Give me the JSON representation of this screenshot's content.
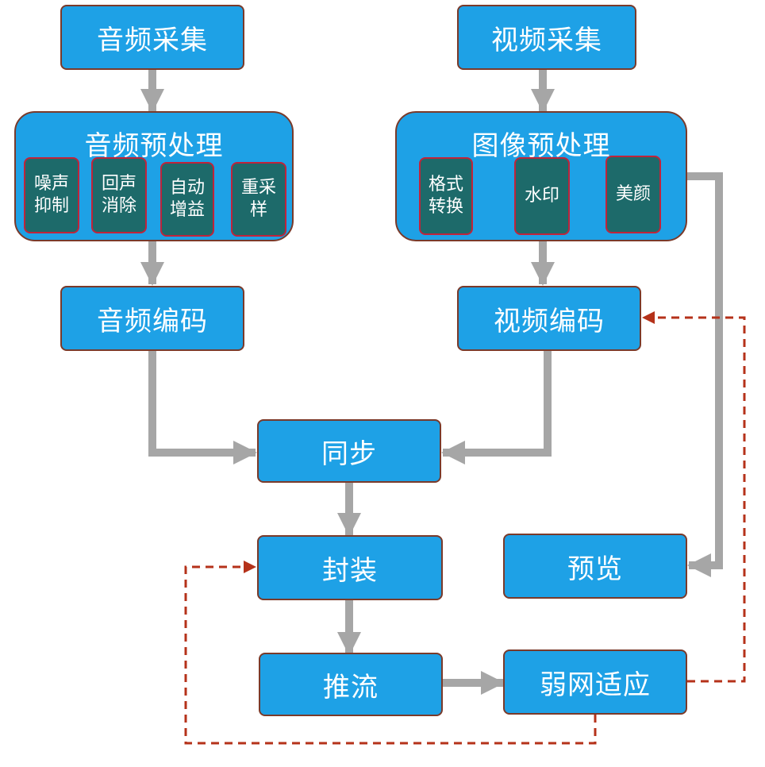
{
  "nodes": {
    "audio_capture": "音频采集",
    "video_capture": "视频采集",
    "audio_encode": "音频编码",
    "video_encode": "视频编码",
    "sync": "同步",
    "mux": "封装",
    "preview": "预览",
    "push": "推流",
    "weak_net": "弱网适应"
  },
  "audio_pre": {
    "title": "音频预处理",
    "items": [
      "噪声\n抑制",
      "回声\n消除",
      "自动\n增益",
      "重采\n样"
    ]
  },
  "video_pre": {
    "title": "图像预处理",
    "items": [
      "格式\n转换",
      "水印",
      "美颜"
    ]
  },
  "colors": {
    "node_fill": "#1ea1e6",
    "node_border": "#7a3a2a",
    "sub_fill": "#1d6a6a",
    "sub_border": "#c0233a",
    "arrow": "#a6a6a6",
    "feedback": "#b5321a"
  }
}
